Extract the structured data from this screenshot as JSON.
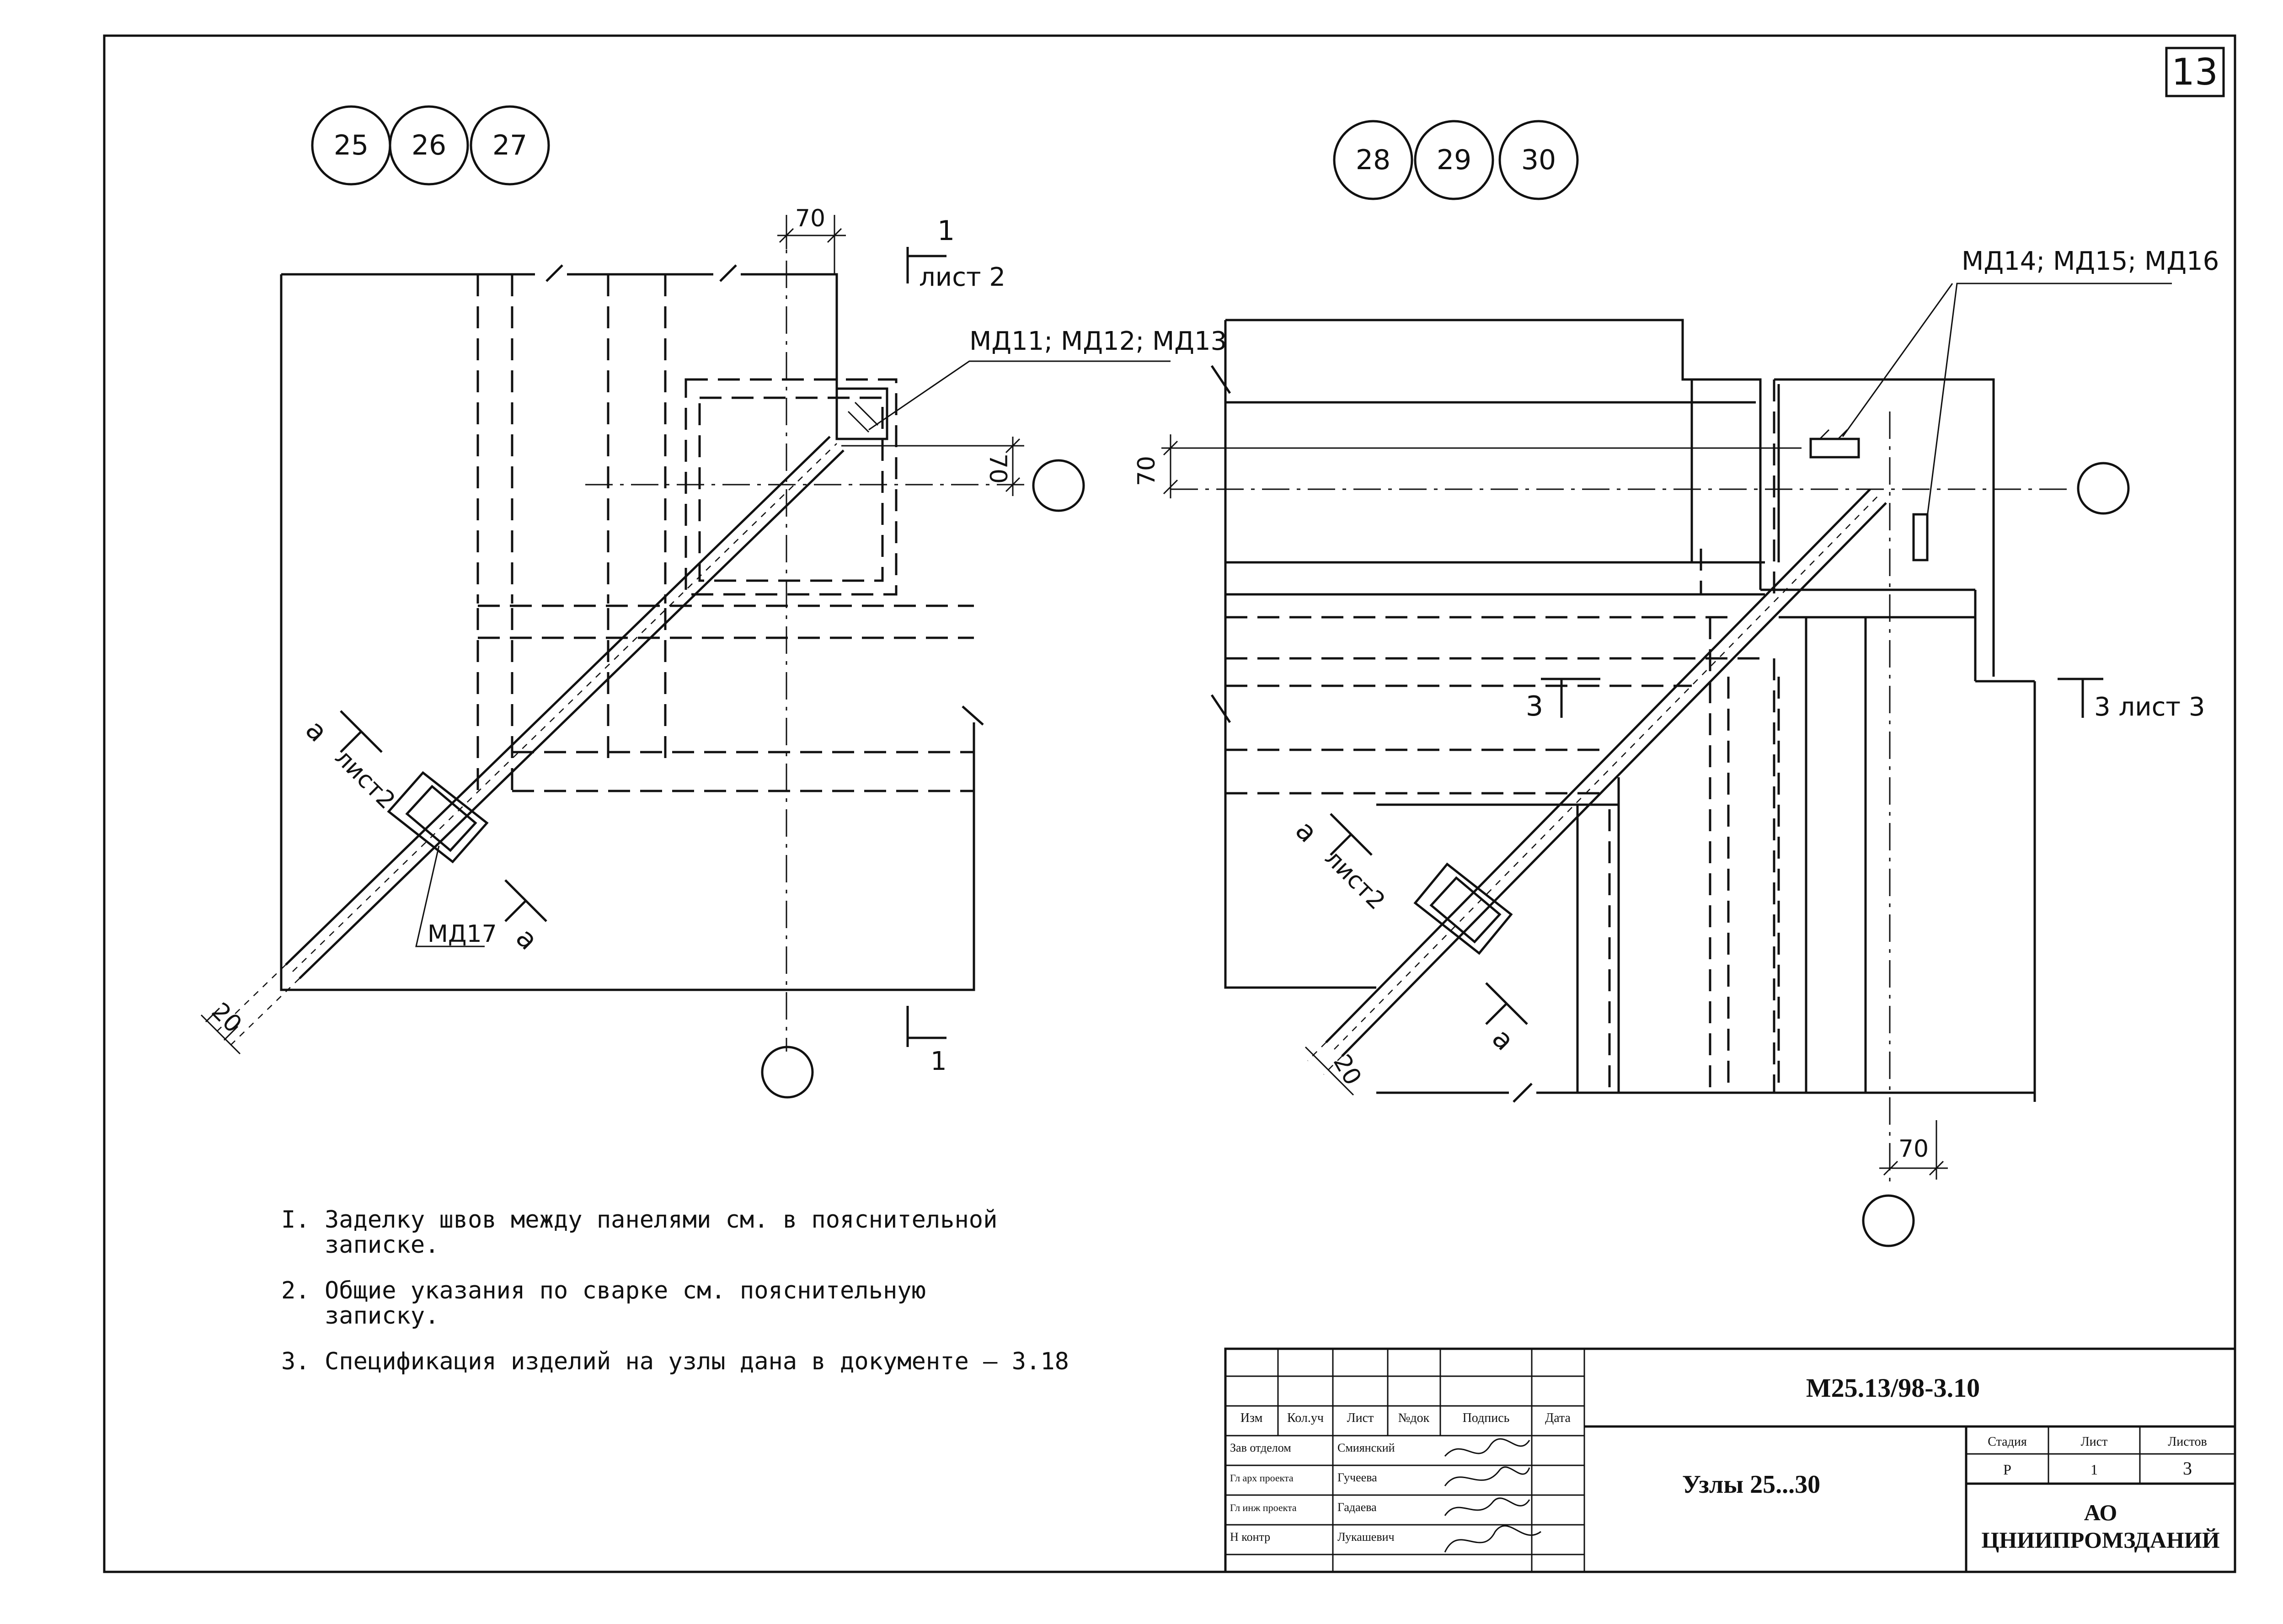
{
  "sheet": {
    "sheet_number": "13"
  },
  "left_view": {
    "node_markers": [
      "25",
      "26",
      "27"
    ],
    "dimension_top": "70",
    "dimension_right": "70",
    "dimension_bottom_left": "20",
    "section_1_label": "1",
    "section_1_sheet": "лист 2",
    "section_1_bottom_label": "1",
    "section_a_label": "a",
    "section_a_sheet": "лист2",
    "section_a_bottom_label": "a",
    "callout_top": "МД11; МД12; МД13",
    "callout_bottom": "МД17"
  },
  "right_view": {
    "node_markers": [
      "28",
      "29",
      "30"
    ],
    "dimension_left": "70",
    "dimension_bottom": "70",
    "dimension_bottom_left": "20",
    "callout_top": "МД14; МД15; МД16",
    "section_3_label": "3",
    "section_3_right": "3 лист 3",
    "section_a_label": "a",
    "section_a_sheet": "лист2",
    "section_a_bottom_label": "a"
  },
  "notes": [
    {
      "num": "I.",
      "line1": "Заделку швов между панелями см. в пояснительной",
      "line2": "записке."
    },
    {
      "num": "2.",
      "line1": "Общие указания по сварке см. пояснительную",
      "line2": "записку."
    },
    {
      "num": "3.",
      "line1": "Спецификация изделий на узлы дана в документе – 3.18",
      "line2": ""
    }
  ],
  "title_block": {
    "document_code": "М25.13/98-3.10",
    "title": "Узлы 25...30",
    "headers": [
      "Изм",
      "Кол.уч",
      "Лист",
      "№док",
      "Подпись",
      "Дата"
    ],
    "roles": [
      {
        "role": "Зав отделом",
        "name": "Смиянский"
      },
      {
        "role": "Гл арх проекта",
        "name": "Гучеева"
      },
      {
        "role": "Гл инж проекта",
        "name": "Гадаева"
      },
      {
        "role": "Н контр",
        "name": "Лукашевич"
      }
    ],
    "stage_header": "Стадия",
    "sheet_header": "Лист",
    "sheets_header": "Листов",
    "stage_value": "Р",
    "sheet_value": "1",
    "sheets_value": "3",
    "org_line1": "АО",
    "org_line2": "ЦНИИПРОМЗДАНИЙ"
  }
}
